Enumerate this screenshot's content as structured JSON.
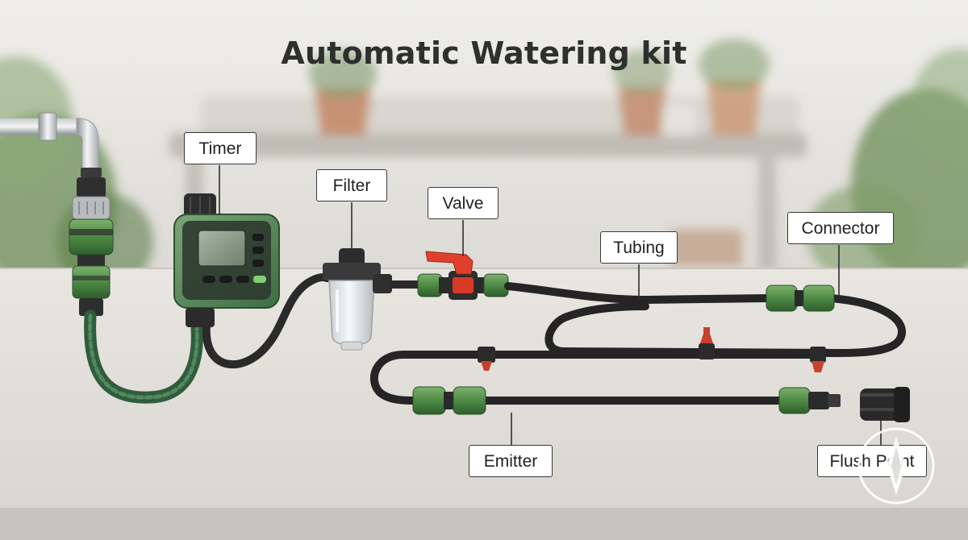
{
  "title": "Automatic Watering kit",
  "labels": {
    "timer": "Timer",
    "filter": "Filter",
    "valve": "Valve",
    "tubing": "Tubing",
    "connector": "Connector",
    "emitter": "Emitter",
    "flush_point": "Flush Point"
  },
  "colors": {
    "background": "#e9e7e2",
    "table": "#e4e1dc",
    "tubing": "#2b2b2b",
    "green_fitting": "#4e8a45",
    "garden_hose": "#3d6f4c",
    "timer_body": "#5c8a5e",
    "valve_handle": "#e0402b",
    "emitter": "#c8402c",
    "label_border": "#3a3a3a"
  },
  "icons": {
    "watermark": "diamond-logo-icon"
  }
}
